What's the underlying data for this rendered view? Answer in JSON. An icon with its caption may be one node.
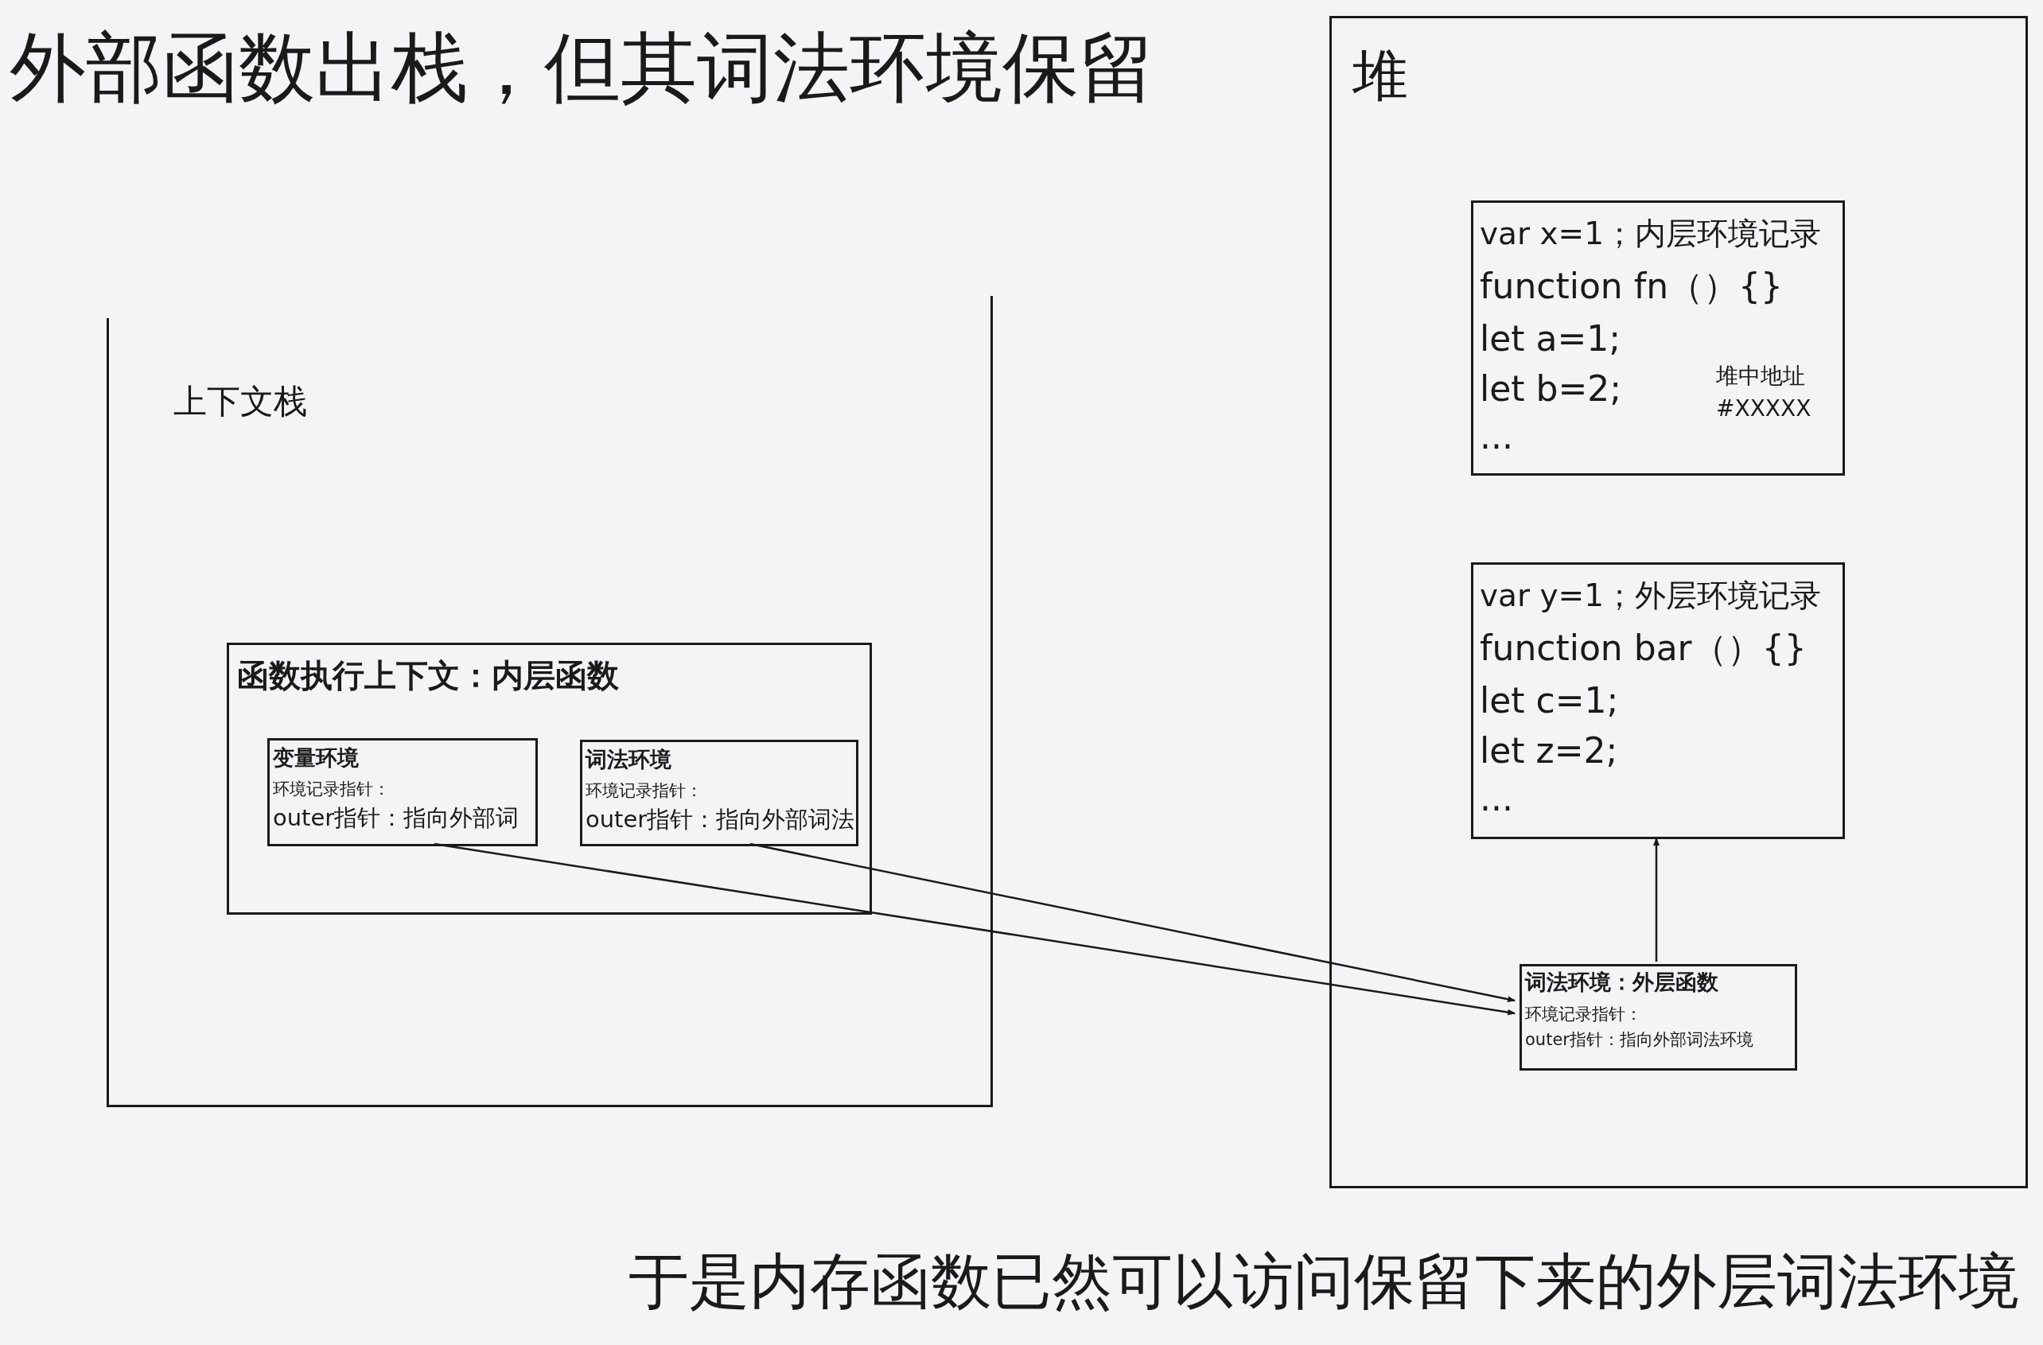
{
  "diagram": {
    "title": "外部函数出栈，但其词法环境保留",
    "caption": "于是内存函数已然可以访问保留下来的外层词法环境",
    "nodes": [
      {
        "text": [
          "上下文栈"
        ]
      },
      {
        "text": [
          "函数执行上下文：内层函数"
        ],
        "in": 0
      },
      {
        "text": [
          "变量环境",
          "环境记录指针：",
          "outer指针：指向外部词"
        ],
        "in": 1
      },
      {
        "text": [
          "词法环境",
          "环境记录指针：",
          "outer指针：指向外部词法"
        ],
        "in": 1
      },
      {
        "text": [
          "堆"
        ]
      },
      {
        "text": [
          "var x=1；内层环境记录",
          "function fn（）{}",
          "let a=1;",
          "let b=2;",
          "...",
          "堆中地址 #XXXXX"
        ],
        "in": 4
      },
      {
        "text": [
          "var y=1；外层环境记录",
          "function bar（）{}",
          "let c=1;",
          "let z=2;",
          "..."
        ],
        "in": 4
      },
      {
        "text": [
          "词法环境：外层函数",
          "环境记录指针：",
          "outer指针：指向外部词法环境"
        ],
        "in": 4
      }
    ],
    "edges": [
      {
        "from": 2,
        "to": 7,
        "arrow": "to"
      },
      {
        "from": 3,
        "to": 7,
        "arrow": "to"
      },
      {
        "from": 7,
        "to": 6,
        "arrow": "to"
      }
    ]
  }
}
